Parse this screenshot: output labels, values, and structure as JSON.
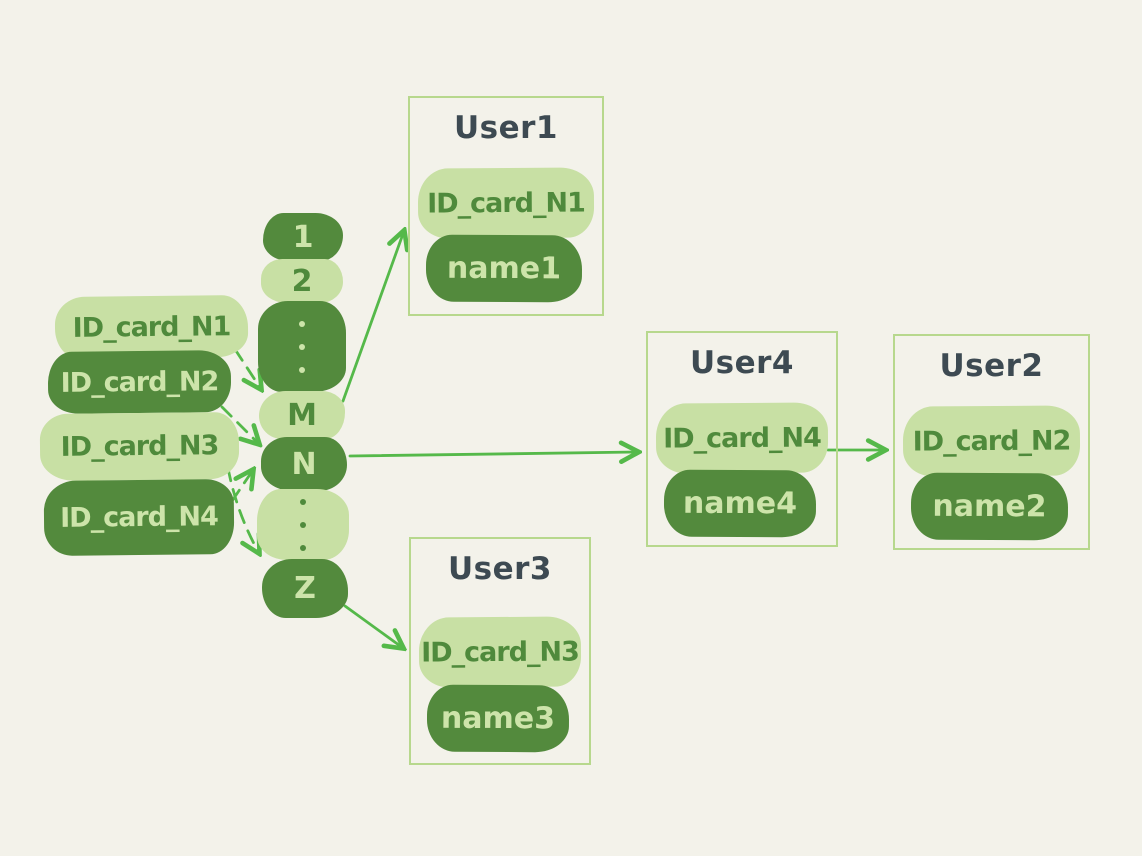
{
  "diagram": {
    "description": "Hand-drawn hash table diagram: ID cards hashed into buckets that point to User records",
    "colors": {
      "background": "#f3f2ea",
      "light_green": "#c8e0a4",
      "dark_green": "#538a3d",
      "arrow_green": "#55b94a",
      "title_text": "#3d4a52",
      "user_box_border": "#b7d88d"
    },
    "id_cards": [
      {
        "label": "ID_card_N1",
        "variant": "light"
      },
      {
        "label": "ID_card_N2",
        "variant": "dark"
      },
      {
        "label": "ID_card_N3",
        "variant": "light"
      },
      {
        "label": "ID_card_N4",
        "variant": "dark"
      }
    ],
    "buckets": [
      {
        "label": "1",
        "variant": "dark"
      },
      {
        "label": "2",
        "variant": "light"
      },
      {
        "label": "⋮",
        "variant": "dark"
      },
      {
        "label": "M",
        "variant": "light"
      },
      {
        "label": "N",
        "variant": "dark"
      },
      {
        "label": "⋮",
        "variant": "light"
      },
      {
        "label": "Z",
        "variant": "dark"
      }
    ],
    "users": [
      {
        "title": "User1",
        "id_card": "ID_card_N1",
        "name": "name1"
      },
      {
        "title": "User4",
        "id_card": "ID_card_N4",
        "name": "name4"
      },
      {
        "title": "User2",
        "id_card": "ID_card_N2",
        "name": "name2"
      },
      {
        "title": "User3",
        "id_card": "ID_card_N3",
        "name": "name3"
      }
    ],
    "edges": [
      {
        "from": "id-card-1",
        "to": "bucket-m",
        "style": "dashed"
      },
      {
        "from": "id-card-2",
        "to": "bucket-n",
        "style": "dashed"
      },
      {
        "from": "id-card-3",
        "to": "bucket-z",
        "style": "dashed"
      },
      {
        "from": "id-card-4",
        "to": "bucket-n",
        "style": "dashed"
      },
      {
        "from": "bucket-m",
        "to": "user1",
        "style": "solid"
      },
      {
        "from": "bucket-n",
        "to": "user4",
        "style": "solid"
      },
      {
        "from": "bucket-z",
        "to": "user3",
        "style": "solid"
      },
      {
        "from": "user4",
        "to": "user2",
        "style": "solid"
      }
    ]
  }
}
